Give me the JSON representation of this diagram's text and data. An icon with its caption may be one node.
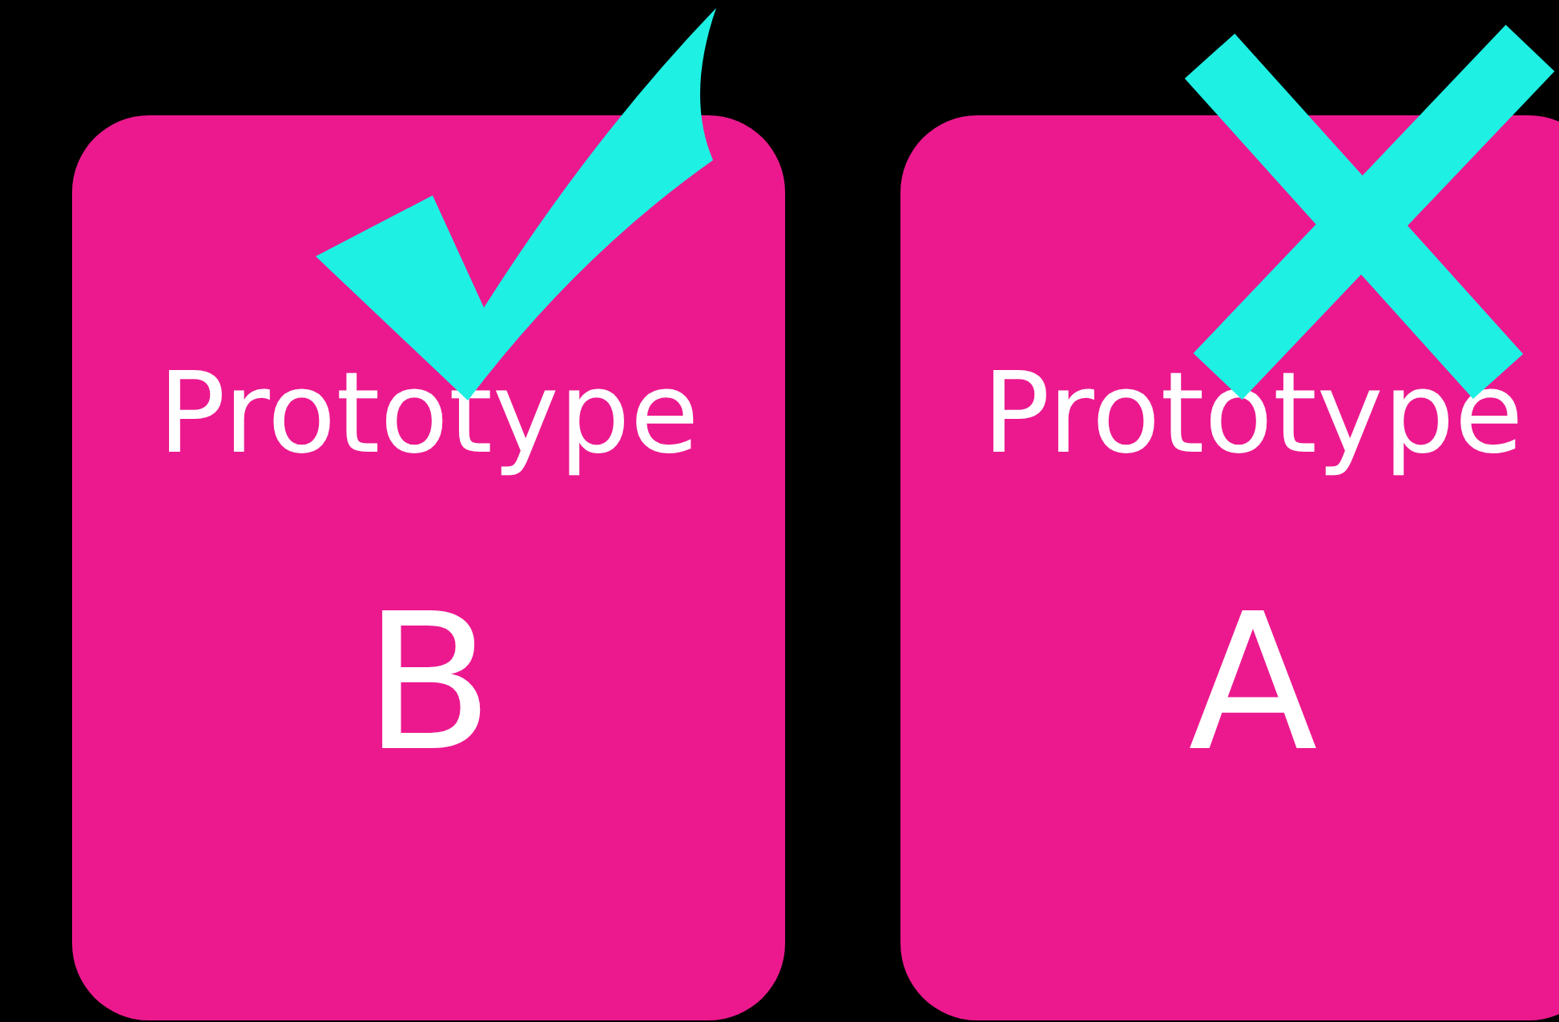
{
  "diagram": {
    "nodes": [
      {
        "text": [
          "Prototype",
          "B"
        ]
      },
      {
        "text": [
          "Prototype",
          "A"
        ]
      }
    ]
  }
}
